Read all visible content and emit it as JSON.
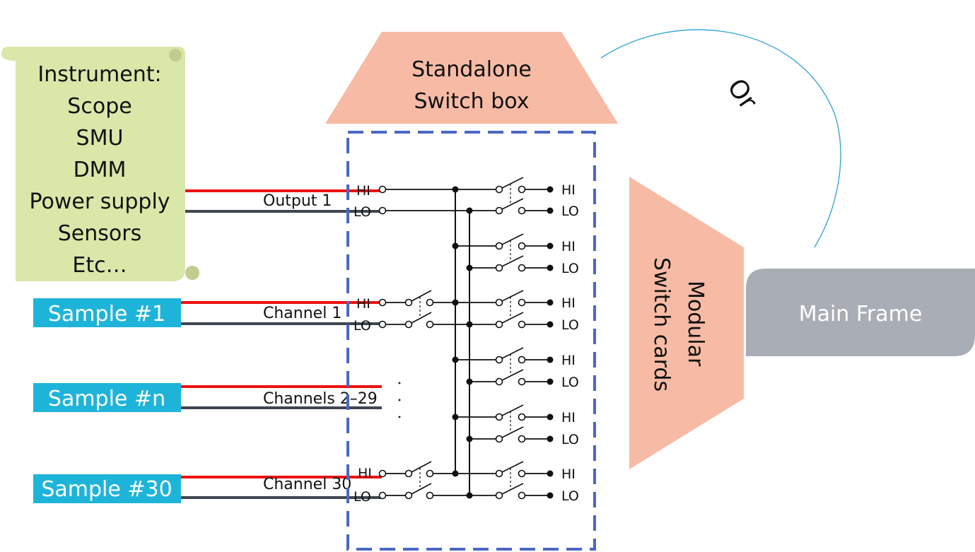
{
  "instrument": {
    "lines": [
      "Instrument:",
      "Scope",
      "SMU",
      "DMM",
      "Power supply",
      "Sensors",
      "Etc…"
    ]
  },
  "standalone": {
    "line1": "Standalone",
    "line2": "Switch box"
  },
  "modular": {
    "line1": "Modular",
    "line2": "Switch cards"
  },
  "main_frame": "Main Frame",
  "or_label": "Or",
  "samples": [
    "Sample #1",
    "Sample #n",
    "Sample #30"
  ],
  "channels": {
    "output": "Output 1",
    "ch1": "Channel 1",
    "ch_mid": "Channels 2–29",
    "ch30": "Channel 30"
  },
  "terminals": {
    "hi": "HI",
    "lo": "LO"
  },
  "colors": {
    "instrument_box": "#d9e8a9",
    "trapezoid": "#f7bba5",
    "sample_box": "#1eb4d9",
    "main_frame": "#a9adb5",
    "dashed_box": "#4a68c4",
    "red_wire": "#ee1111",
    "gray_wire": "#3f4650",
    "arc": "#3aa6d6"
  }
}
